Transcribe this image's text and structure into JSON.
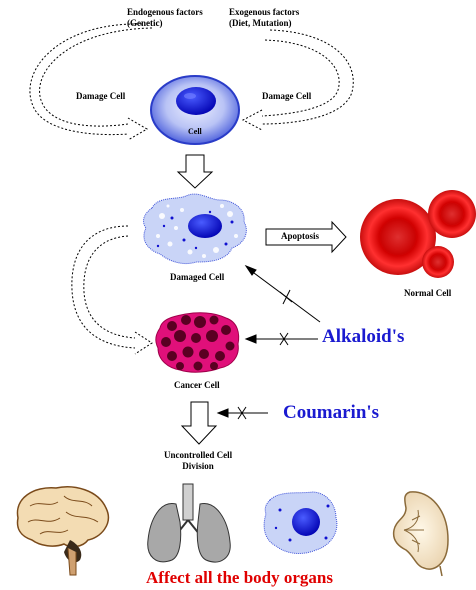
{
  "labels": {
    "endogenous_title": "Endogenous factors",
    "endogenous_sub": "(Genetic)",
    "exogenous_title": "Exogenous factors",
    "exogenous_sub": "(Diet, Mutation)",
    "damage_cell_left": "Damage Cell",
    "damage_cell_right": "Damage Cell",
    "cell": "Cell",
    "apoptosis": "Apoptosis",
    "damaged_cell": "Damaged Cell",
    "normal_cell": "Normal Cell",
    "alkaloids": "Alkaloid's",
    "cancer_cell": "Cancer Cell",
    "coumarins": "Coumarin's",
    "uncontrolled_line1": "Uncontrolled Cell",
    "uncontrolled_line2": "Division",
    "footer": "Affect all the body organs"
  },
  "colors": {
    "cell_blue": "#3a4fd8",
    "nucleus_blue": "#1010d0",
    "damaged_fill": "#c9d4f7",
    "normal_red": "#e01010",
    "cancer_magenta": "#e0107a",
    "cancer_dots": "#5a0022",
    "alkaloid_text": "#1a1ad0",
    "coumarin_text": "#1a1ad0",
    "footer_text": "#e00000"
  },
  "icons": [
    "brain-icon",
    "lungs-icon",
    "blood-cell-icon",
    "kidney-icon"
  ]
}
